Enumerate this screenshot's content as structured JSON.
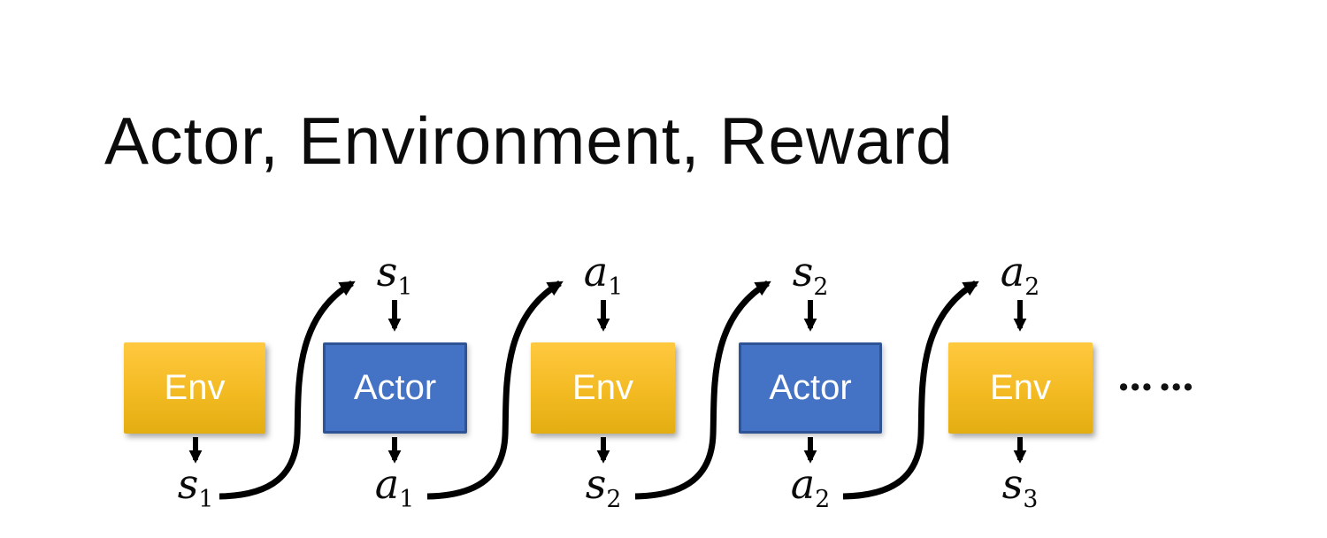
{
  "title": "Actor, Environment, Reward",
  "colors": {
    "env-fill-top": "#FFC940",
    "env-fill-bottom": "#E3AE12",
    "actor-fill": "#4472C4",
    "actor-border": "#2F5496",
    "arrow": "#000000"
  },
  "diagram": {
    "boxes": [
      {
        "label": "Env",
        "type": "env"
      },
      {
        "label": "Actor",
        "type": "actor"
      },
      {
        "label": "Env",
        "type": "env"
      },
      {
        "label": "Actor",
        "type": "actor"
      },
      {
        "label": "Env",
        "type": "env"
      }
    ],
    "top_labels": [
      {
        "base": "s",
        "sub": "1"
      },
      {
        "base": "a",
        "sub": "1"
      },
      {
        "base": "s",
        "sub": "2"
      },
      {
        "base": "a",
        "sub": "2"
      }
    ],
    "bottom_labels": [
      {
        "base": "s",
        "sub": "1"
      },
      {
        "base": "a",
        "sub": "1"
      },
      {
        "base": "s",
        "sub": "2"
      },
      {
        "base": "a",
        "sub": "2"
      },
      {
        "base": "s",
        "sub": "3"
      }
    ],
    "ellipsis": "••• •••"
  }
}
